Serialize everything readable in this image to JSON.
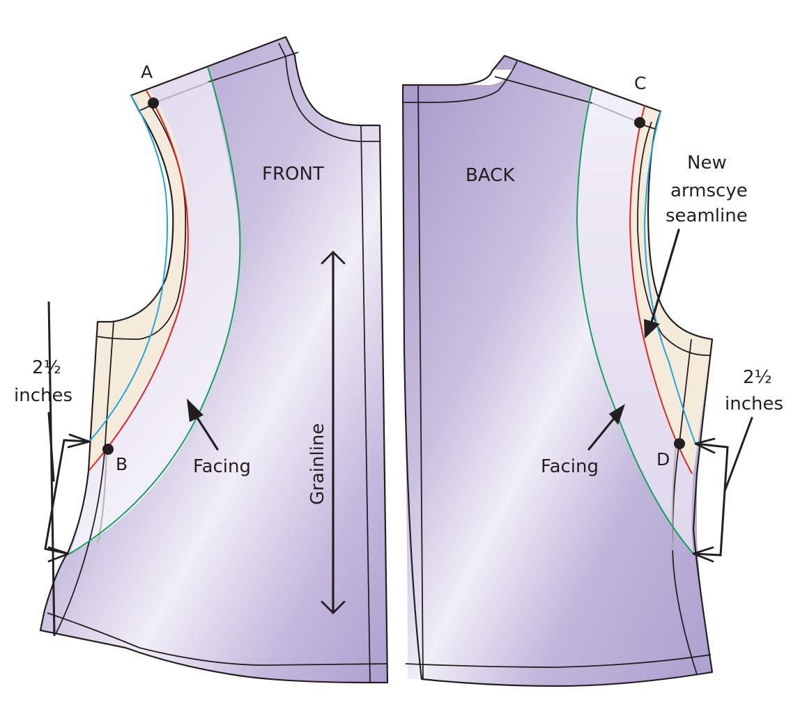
{
  "title": "Armscye facing pattern adjustment",
  "pieces": {
    "front": {
      "label": "FRONT"
    },
    "back": {
      "label": "BACK"
    }
  },
  "points": {
    "a": "A",
    "b": "B",
    "c": "C",
    "d": "D"
  },
  "annotations": {
    "facing_front": "Facing",
    "facing_back": "Facing",
    "grainline": "Grainline",
    "measure_left": {
      "value": "2½",
      "unit": "inches"
    },
    "measure_right": {
      "value": "2½",
      "unit": "inches"
    },
    "new_seamline": [
      "New",
      "armscye",
      "seamline"
    ]
  },
  "legend_colors": {
    "piece_fill_dark": "#a999ca",
    "piece_fill_light": "#efedf6",
    "cut_away_fill": "#f5ebda",
    "new_seamline": "#e3232a",
    "cutting_line": "#1ea6e0",
    "facing_edge": "#13a05a",
    "original_seam": "#b4b4b4"
  }
}
